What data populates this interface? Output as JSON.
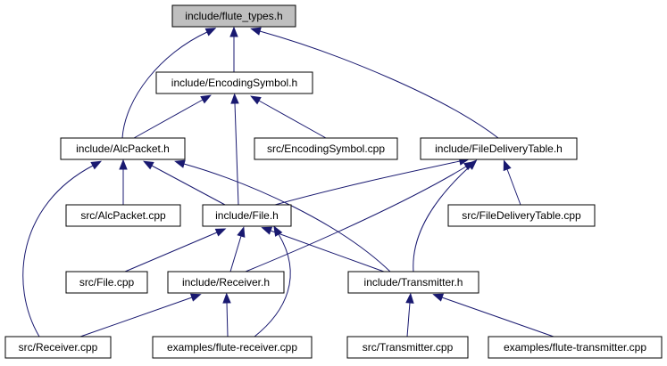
{
  "colors": {
    "edge": "#191970",
    "node_border": "#000000",
    "node_fill": "#ffffff",
    "highlight_fill": "#bfbfbf"
  },
  "nodes": [
    {
      "id": "flute_types_h",
      "label": "include/flute_types.h",
      "highlight": true
    },
    {
      "id": "encoding_symbol_h",
      "label": "include/EncodingSymbol.h",
      "highlight": false
    },
    {
      "id": "alc_packet_h",
      "label": "include/AlcPacket.h",
      "highlight": false
    },
    {
      "id": "encoding_symbol_cpp",
      "label": "src/EncodingSymbol.cpp",
      "highlight": false
    },
    {
      "id": "file_delivery_table_h",
      "label": "include/FileDeliveryTable.h",
      "highlight": false
    },
    {
      "id": "alc_packet_cpp",
      "label": "src/AlcPacket.cpp",
      "highlight": false
    },
    {
      "id": "file_h",
      "label": "include/File.h",
      "highlight": false
    },
    {
      "id": "file_delivery_table_cpp",
      "label": "src/FileDeliveryTable.cpp",
      "highlight": false
    },
    {
      "id": "file_cpp",
      "label": "src/File.cpp",
      "highlight": false
    },
    {
      "id": "receiver_h",
      "label": "include/Receiver.h",
      "highlight": false
    },
    {
      "id": "transmitter_h",
      "label": "include/Transmitter.h",
      "highlight": false
    },
    {
      "id": "receiver_cpp",
      "label": "src/Receiver.cpp",
      "highlight": false
    },
    {
      "id": "flute_receiver_cpp",
      "label": "examples/flute-receiver.cpp",
      "highlight": false
    },
    {
      "id": "transmitter_cpp",
      "label": "src/Transmitter.cpp",
      "highlight": false
    },
    {
      "id": "flute_transmitter_cpp",
      "label": "examples/flute-transmitter.cpp",
      "highlight": false
    }
  ],
  "edges": [
    {
      "from": "encoding_symbol_h",
      "to": "flute_types_h"
    },
    {
      "from": "alc_packet_h",
      "to": "flute_types_h"
    },
    {
      "from": "file_delivery_table_h",
      "to": "flute_types_h"
    },
    {
      "from": "alc_packet_h",
      "to": "encoding_symbol_h"
    },
    {
      "from": "encoding_symbol_cpp",
      "to": "encoding_symbol_h"
    },
    {
      "from": "file_h",
      "to": "encoding_symbol_h"
    },
    {
      "from": "alc_packet_cpp",
      "to": "alc_packet_h"
    },
    {
      "from": "file_h",
      "to": "alc_packet_h"
    },
    {
      "from": "transmitter_h",
      "to": "alc_packet_h"
    },
    {
      "from": "receiver_cpp",
      "to": "alc_packet_h"
    },
    {
      "from": "file_h",
      "to": "file_delivery_table_h"
    },
    {
      "from": "file_delivery_table_cpp",
      "to": "file_delivery_table_h"
    },
    {
      "from": "receiver_h",
      "to": "file_delivery_table_h"
    },
    {
      "from": "transmitter_h",
      "to": "file_delivery_table_h"
    },
    {
      "from": "file_cpp",
      "to": "file_h"
    },
    {
      "from": "receiver_h",
      "to": "file_h"
    },
    {
      "from": "transmitter_h",
      "to": "file_h"
    },
    {
      "from": "flute_receiver_cpp",
      "to": "file_h"
    },
    {
      "from": "receiver_cpp",
      "to": "receiver_h"
    },
    {
      "from": "flute_receiver_cpp",
      "to": "receiver_h"
    },
    {
      "from": "transmitter_cpp",
      "to": "transmitter_h"
    },
    {
      "from": "flute_transmitter_cpp",
      "to": "transmitter_h"
    }
  ]
}
